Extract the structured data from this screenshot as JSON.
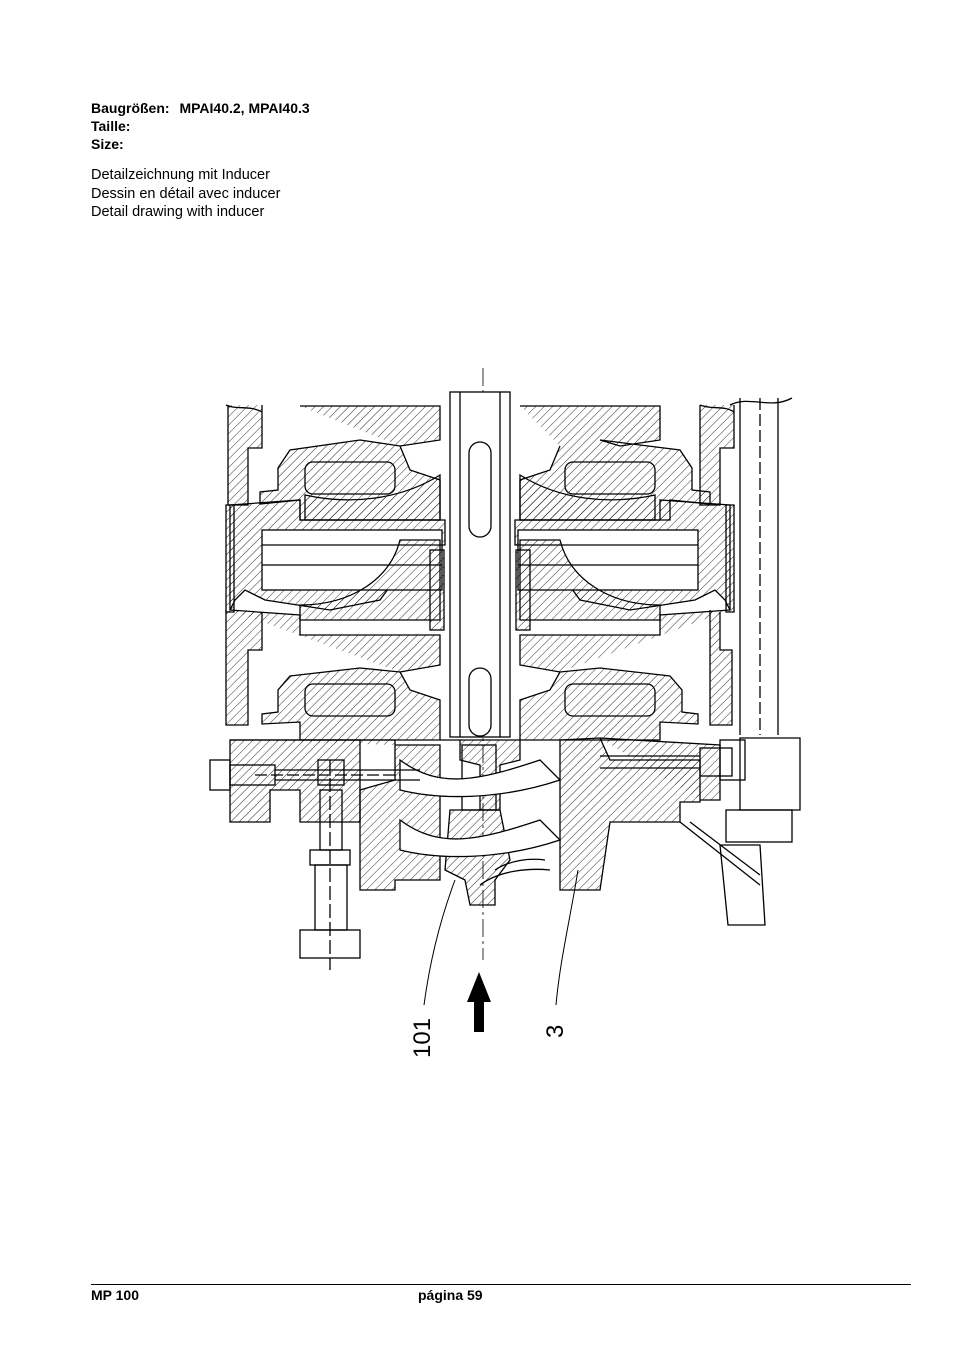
{
  "header": {
    "sizes_label_de": "Baugrößen:",
    "sizes_value": "MPAI40.2, MPAI40.3",
    "sizes_label_fr": "Taille:",
    "sizes_label_en": "Size:"
  },
  "description": {
    "de": "Detailzeichnung mit Inducer",
    "fr": "Dessin en détail avec inducer",
    "en": "Detail drawing with inducer"
  },
  "drawing": {
    "callouts": [
      "101",
      "3"
    ],
    "flow_arrow_icon": "up-arrow-icon",
    "stroke_color": "#000000"
  },
  "footer": {
    "doc_id": "MP 100",
    "page": "página 59"
  }
}
